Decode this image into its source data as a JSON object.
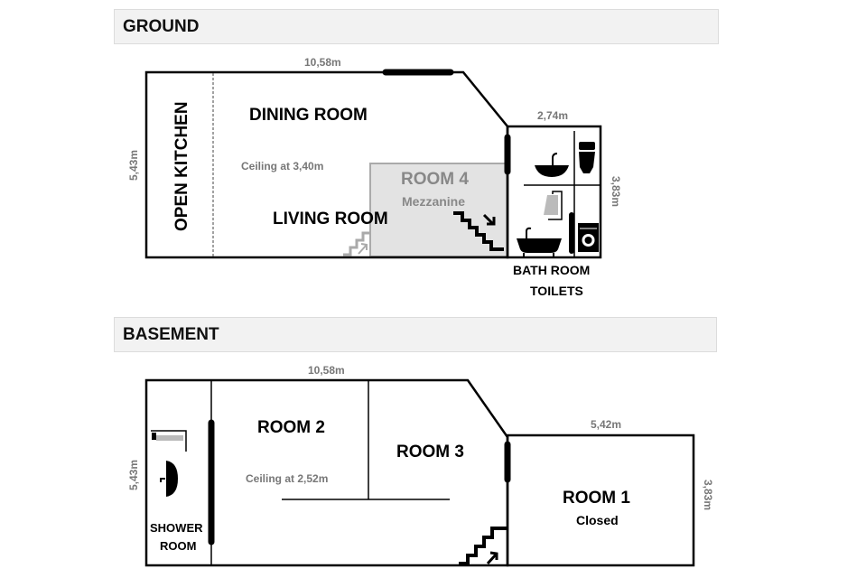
{
  "sections": {
    "ground": {
      "title": "GROUND",
      "width_label": "10,58m",
      "height_label": "5,43m",
      "rooms": {
        "open_kitchen": "OPEN KITCHEN",
        "dining_room": "DINING ROOM",
        "ceiling": "Ceiling at 3,40m",
        "living_room": "LIVING ROOM",
        "room4": "ROOM 4",
        "room4_sub": "Mezzanine",
        "bath_line1": "BATH ROOM",
        "bath_line2": "TOILETS"
      },
      "bath_width_label": "2,74m",
      "bath_height_label": "3,83m"
    },
    "basement": {
      "title": "BASEMENT",
      "width_label": "10,58m",
      "height_label": "5,43m",
      "rooms": {
        "room2": "ROOM 2",
        "ceiling": "Ceiling at 2,52m",
        "room3": "ROOM 3",
        "room1": "ROOM 1",
        "room1_sub": "Closed",
        "shower_line1": "SHOWER",
        "shower_line2": "ROOM"
      },
      "room1_width_label": "5,42m",
      "room1_height_label": "3,83m"
    }
  },
  "colors": {
    "wall": "#000000",
    "mezzanine": "#e3e3e3",
    "dimension": "#777777",
    "header_bg": "#f2f2f2"
  }
}
